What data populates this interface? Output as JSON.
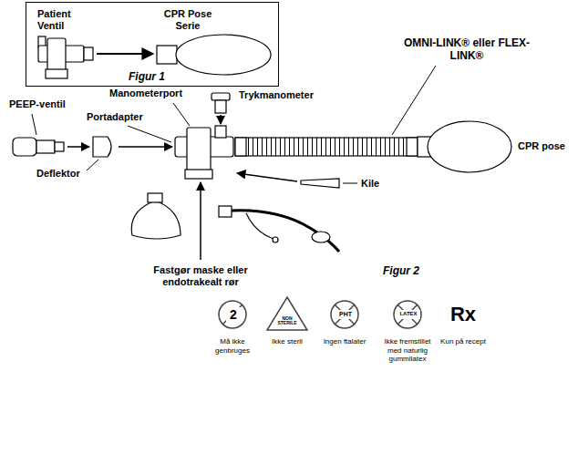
{
  "diagram": {
    "nodes": [
      {
        "text": [
          "Patient Ventil",
          "CPR Pose Serie",
          "Figur 1"
        ]
      }
    ],
    "labels": [
      "Manometerport",
      "Trykmanometer",
      "OMNI-LINK® eller FLEX-LINK®",
      "PEEP-ventil",
      "Portadapter",
      "Deflektor",
      "CPR pose",
      "Kile",
      "Fastgør maske eller endotrakealt rør",
      "Figur 2",
      "2",
      "NON STERILE",
      "PHT",
      "LATEX",
      "Rx",
      "Må ikke genbruges",
      "Ikke steril",
      "Ingen ftalater",
      "Ikke fremstillet med naturlig gummilatex",
      "Kun på recept"
    ]
  }
}
